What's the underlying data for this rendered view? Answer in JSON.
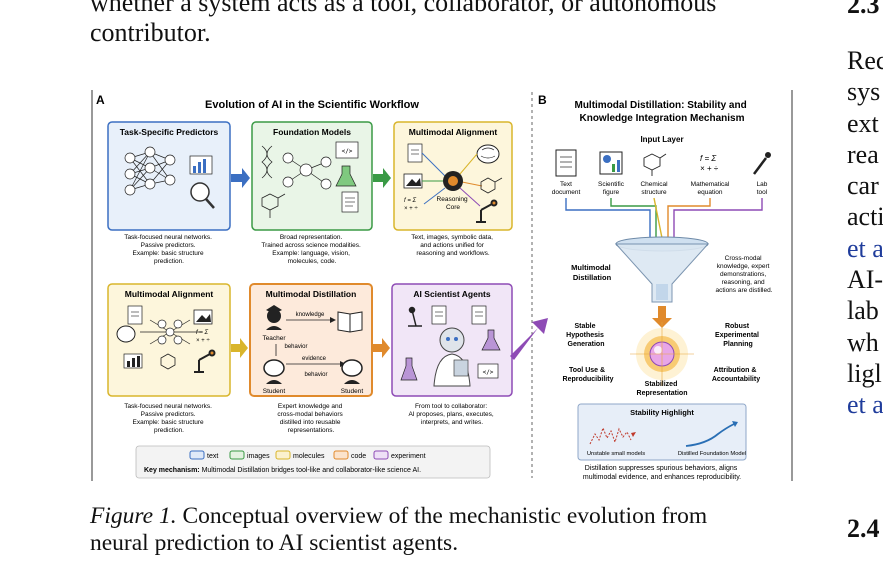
{
  "page": {
    "left_col_lines": [
      "whether a system acts as a tool, collaborator, or autonomous",
      "contributor."
    ],
    "right_col_heading_top": "2.3",
    "right_col_words": [
      "Rec",
      "sys",
      "ext",
      "rea",
      "car",
      "acti",
      "et a",
      "AI-",
      "lab",
      "wh",
      "ligl",
      "et a"
    ],
    "right_col_heading_bottom": "2.4",
    "caption_label": "Figure 1.",
    "caption_text_line1": " Conceptual overview of the mechanistic evolution from",
    "caption_text_line2": "neural prediction to AI scientist agents."
  },
  "figure": {
    "panel_a": {
      "letter": "A",
      "title": "Evolution of AI in the Scientific Workflow",
      "boxes": [
        {
          "title": "Task-Specific Predictors",
          "caption": [
            "Task-focused neural networks.",
            "Passive predictors.",
            "Example: basic structure",
            "prediction."
          ]
        },
        {
          "title": "Foundation Models",
          "caption": [
            "Broad representation.",
            "Trained across science modalities.",
            "Example: language, vision,",
            "molecules, code."
          ]
        },
        {
          "title": "Multimodal Alignment",
          "caption": [
            "Text, images, symbolic data,",
            "and actions unified for",
            "reasoning and workflows."
          ],
          "inner_label": [
            "Reasoning",
            "Core"
          ]
        },
        {
          "title": "Multimodal Alignment",
          "caption": [
            "Task-focused neural networks.",
            "Passive predictors.",
            "Example: basic structure",
            "prediction."
          ]
        },
        {
          "title": "Multimodal Distillation",
          "caption": [
            "Expert knowledge and",
            "cross-modal behaviors",
            "distilled into reusable",
            "representations."
          ],
          "labels": {
            "knowledge": "knowledge",
            "teacher": "Teacher",
            "behavior1": "behavior",
            "evidence": "evidence",
            "behavior2": "behavior",
            "student1": "Student",
            "student2": "Student"
          }
        },
        {
          "title": "AI Scientist Agents",
          "caption": [
            "From tool to collaborator:",
            "AI proposes, plans, executes,",
            "interprets, and writes."
          ]
        }
      ],
      "formula": "f = Σ",
      "formula2": "× + ÷",
      "legend": [
        {
          "label": "text",
          "color": "#3b6fc2"
        },
        {
          "label": "images",
          "color": "#3a9a45"
        },
        {
          "label": "molecules",
          "color": "#d9b52b"
        },
        {
          "label": "code",
          "color": "#e08a2c"
        },
        {
          "label": "experiment",
          "color": "#8e4bb5"
        }
      ],
      "key_bold": "Key mechanism:",
      "key_text": " Multimodal Distillation bridges tool-like and collaborator-like science AI."
    },
    "panel_b": {
      "letter": "B",
      "title_line1": "Multimodal Distillation: Stability and",
      "title_line2": "Knowledge Integration Mechanism",
      "input_layer": "Input Layer",
      "inputs": [
        [
          "Text",
          "document"
        ],
        [
          "Scientific",
          "figure"
        ],
        [
          "Chemical",
          "structure"
        ],
        [
          "Mathematical",
          "equation"
        ],
        [
          "Lab",
          "tool"
        ]
      ],
      "funnel_label": [
        "Multimodal",
        "Distillation"
      ],
      "funnel_note": [
        "Cross-modal",
        "knowledge, expert",
        "demonstrations,",
        "reasoning, and",
        "actions are distilled."
      ],
      "outcomes": {
        "stable": [
          "Stable",
          "Hypothesis",
          "Generation"
        ],
        "robust": [
          "Robust",
          "Experimental",
          "Planning"
        ],
        "tooluse": [
          "Tool Use &",
          "Reproducibility"
        ],
        "attribution": [
          "Attribution &",
          "Accountability"
        ],
        "center": [
          "Stabilized",
          "Representation"
        ]
      },
      "highlight_title": "Stability Highlight",
      "highlight_left": "Unstable small models",
      "highlight_right": "Distilled Foundation Model",
      "bottom_text": [
        "Distillation suppresses spurious behaviors, aligns",
        "multimodal evidence, and enhances reproducibility."
      ]
    }
  }
}
